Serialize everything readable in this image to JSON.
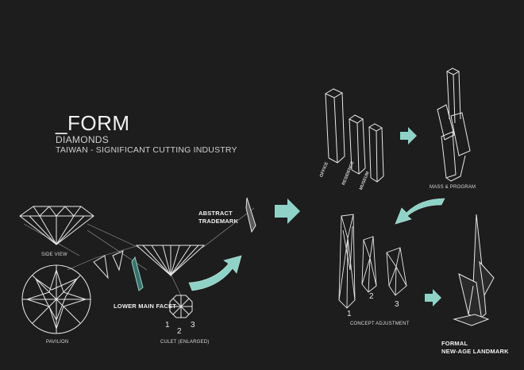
{
  "heading": {
    "title": "_FORM",
    "subtitle": "DIAMONDS",
    "tagline": "TAIWAN - SIGNIFICANT CUTTING INDUSTRY"
  },
  "labels": {
    "side_view": "SIDE VIEW",
    "pavilion": "PAVILION",
    "lower_main_facet": "LOWER MAIN FACET",
    "culet": "CULET (ENLARGED)",
    "abstract_trademark_1": "ABSTRACT",
    "abstract_trademark_2": "TRADEMARK",
    "mass_program": "MASS & PROGRAM",
    "concept_adjustment": "CONCEPT ADJUSTMENT",
    "formal_1": "FORMAL",
    "formal_2": "NEW-AGE LANDMARK",
    "tower_office": "OFFICE",
    "tower_museum": "MUSEUM",
    "tower_residence": "RESIDENCE"
  },
  "culet_numbers": [
    "1",
    "2",
    "3"
  ],
  "concept_numbers": [
    "1",
    "2",
    "3"
  ],
  "colors": {
    "background": "#1d1d1d",
    "line": "#e8e8e8",
    "accent": "#8fd3c8"
  }
}
